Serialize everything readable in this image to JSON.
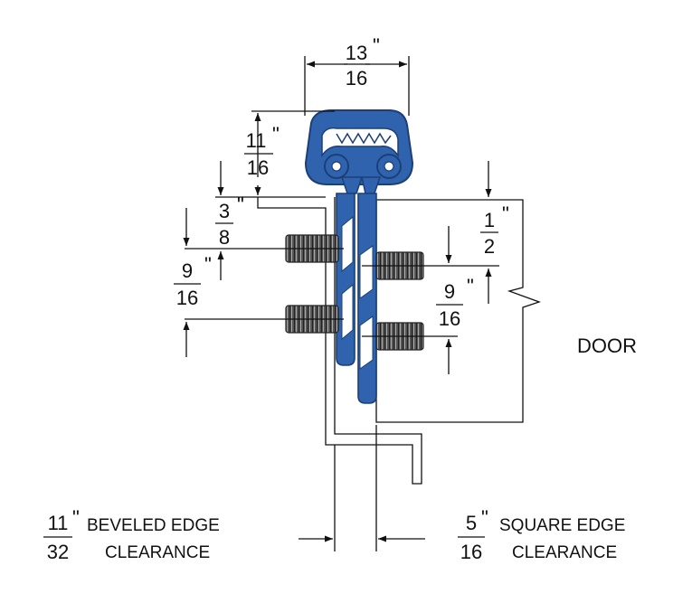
{
  "dimensions": {
    "top_width": {
      "num": "13",
      "den": "16",
      "mark": "\""
    },
    "cap_height": {
      "num": "11",
      "den": "16",
      "mark": "\""
    },
    "left_top_offset": {
      "num": "3",
      "den": "8",
      "mark": "\""
    },
    "left_screw_spacing": {
      "num": "9",
      "den": "16",
      "mark": "\""
    },
    "right_top_offset": {
      "num": "1",
      "den": "2",
      "mark": "\""
    },
    "right_screw_spacing": {
      "num": "9",
      "den": "16",
      "mark": "\""
    }
  },
  "labels": {
    "door": "DOOR",
    "beveled": {
      "num": "11",
      "den": "32",
      "mark": "\"",
      "line1": "BEVELED EDGE",
      "line2": "CLEARANCE"
    },
    "square": {
      "num": "5",
      "den": "16",
      "mark": "\"",
      "line1": "SQUARE EDGE",
      "line2": "CLEARANCE"
    }
  },
  "colors": {
    "gasket_blue": "#2f63ad",
    "gasket_dark": "#1c3f78",
    "screw_fill": "#6b6b6b",
    "line": "#111111"
  }
}
